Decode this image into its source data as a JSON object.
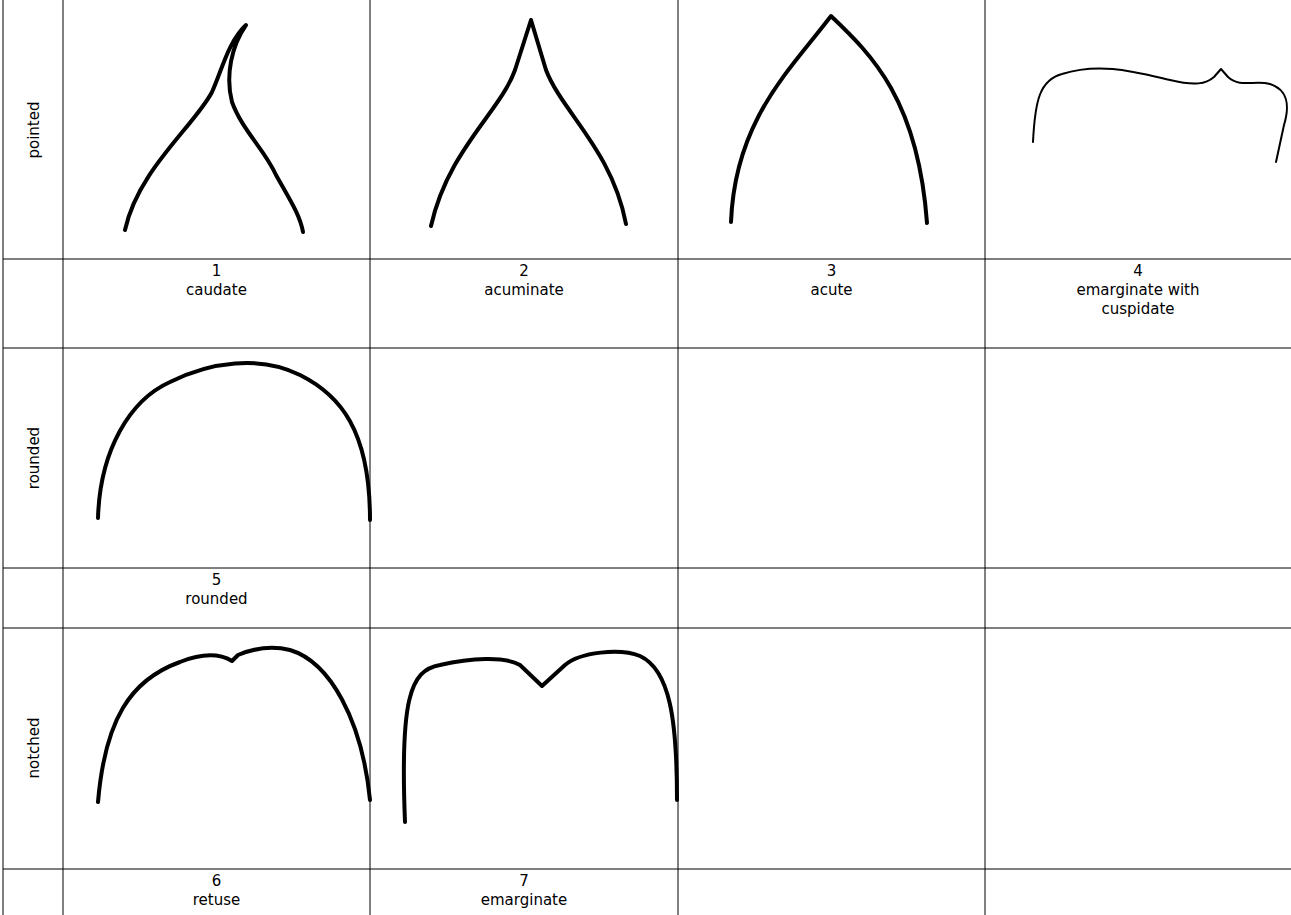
{
  "diagram": {
    "labels": [
      "pointed",
      "1",
      "caudate",
      "2",
      "acuminate",
      "3",
      "acute",
      "4",
      "emarginate with cuspidate",
      "rounded",
      "5",
      "rounded",
      "notched",
      "6",
      "retuse",
      "7",
      "emarginate"
    ]
  }
}
